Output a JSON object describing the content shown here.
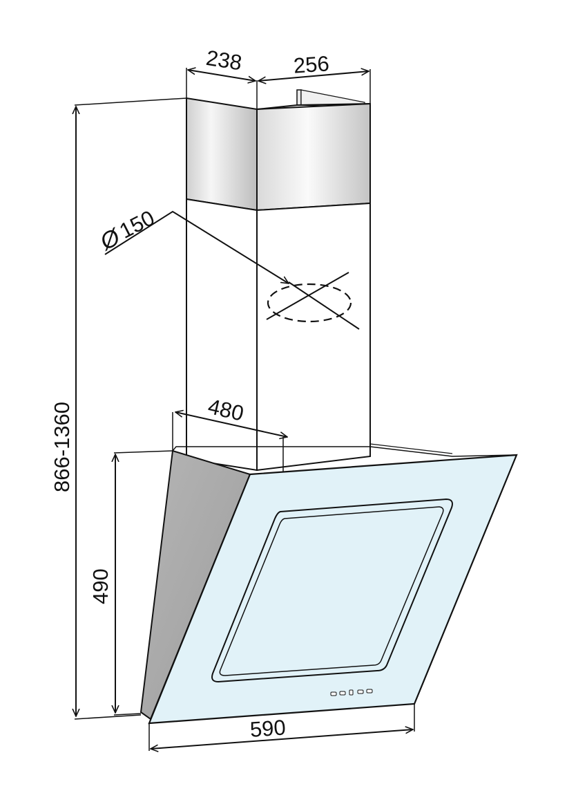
{
  "dimensions": {
    "chimney_depth": "238",
    "chimney_width": "256",
    "duct_diameter_symbol": "Ø",
    "duct_diameter": "150",
    "hood_depth": "480",
    "total_height_range": "866-1360",
    "hood_height": "490",
    "hood_width": "590"
  },
  "colors": {
    "outline": "#111111",
    "glass_panel": "#e1f2f8",
    "side_panel": "#a9a9a9",
    "chimney_top_light": "#f4f4f4",
    "chimney_top_dark": "#c9c9c9"
  }
}
